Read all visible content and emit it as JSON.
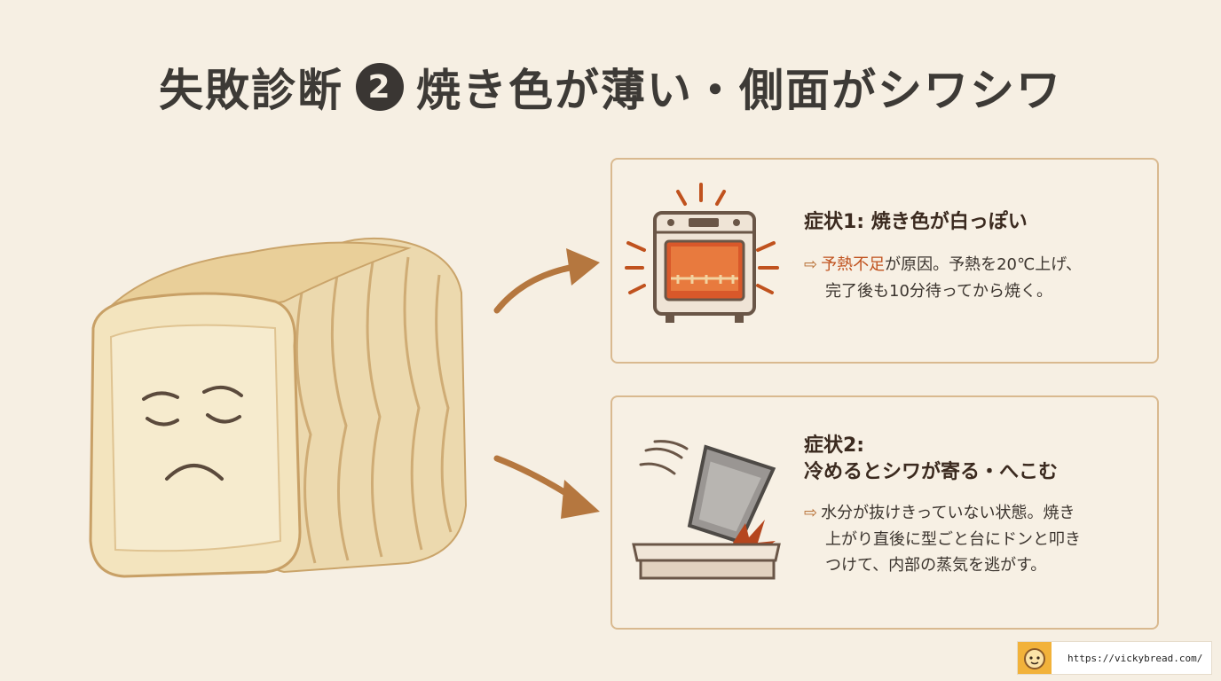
{
  "title": {
    "prefix": "失敗診断",
    "number": "2",
    "text": "焼き色が薄い・側面がシワシワ"
  },
  "card1": {
    "heading": "症状1: 焼き色が白っぽい",
    "arrow": "⇨",
    "highlight": "予熱不足",
    "body_rest": "が原因。予熱を20℃上げ、",
    "body_line2": "完了後も10分待ってから焼く。"
  },
  "card2": {
    "heading_line1": "症状2:",
    "heading_line2": "冷めるとシワが寄る・へこむ",
    "arrow": "⇨",
    "body_line1": "水分が抜けきっていない状態。焼き",
    "body_line2": "上がり直後に型ごと台にドンと叩き",
    "body_line3": "つけて、内部の蒸気を逃がす。"
  },
  "footer": {
    "url": "https://vickybread.com/"
  },
  "colors": {
    "background": "#f6efe3",
    "accent": "#c0521e",
    "border": "#d9b98f",
    "arrow": "#b5773f"
  }
}
